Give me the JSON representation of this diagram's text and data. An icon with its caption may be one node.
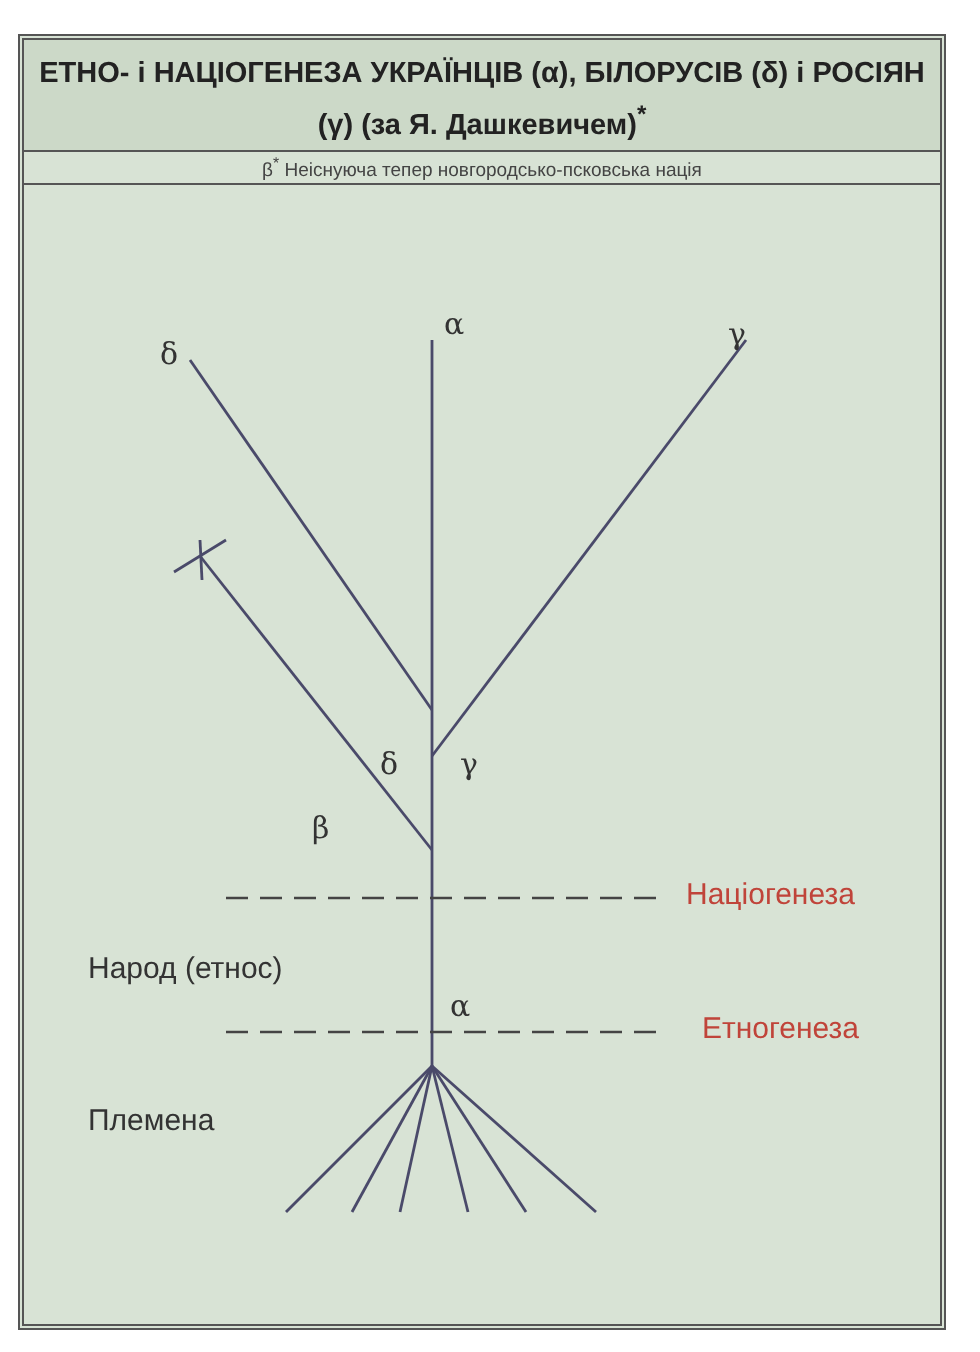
{
  "diagram": {
    "title": "ЕТНО- і НАЦІОГЕНЕЗА УКРАЇНЦІВ (α), БІЛОРУСІВ (δ) і РОСІЯН (γ) (за Я. Дашкевичем)$^{*}$",
    "labels": [
      "β$^{*}$ Неіснуюча тепер новгородсько-псковська нація",
      "α",
      "γ",
      "δ",
      "δ",
      "γ",
      "β",
      "Націогенеза",
      "Народ (етнос)",
      "α",
      "Етногенеза",
      "Племена"
    ]
  }
}
